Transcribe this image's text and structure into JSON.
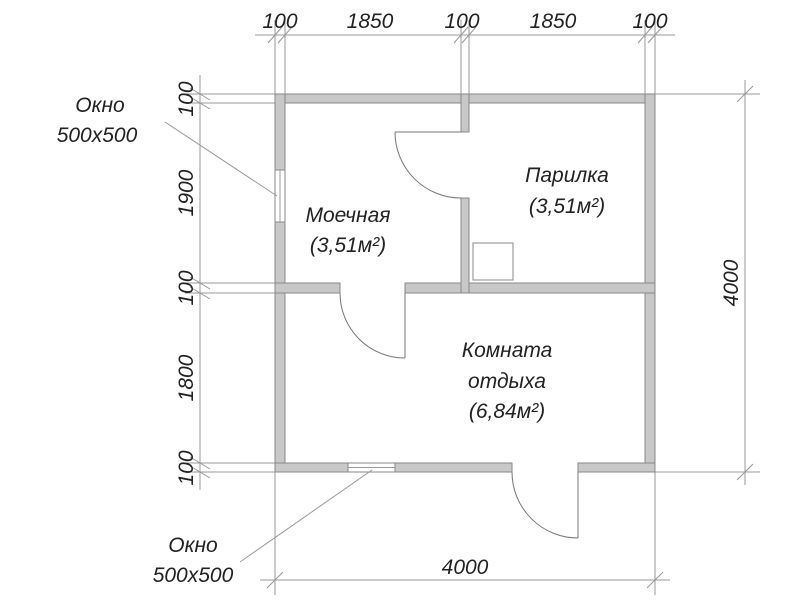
{
  "title_dims": {
    "top": [
      "100",
      "1850",
      "100",
      "1850",
      "100"
    ],
    "left": [
      "100",
      "1900",
      "100",
      "1800",
      "100"
    ],
    "right": "4000",
    "bottom": "4000"
  },
  "rooms": [
    {
      "name": "Моечная",
      "area": "(3,51м²)"
    },
    {
      "name": "Парилка",
      "area": "(3,51м²)"
    },
    {
      "name_line1": "Комната",
      "name_line2": "отдыха",
      "area": "(6,84м²)"
    }
  ],
  "windows": [
    {
      "label": "Окно",
      "size": "500x500"
    },
    {
      "label": "Окно",
      "size": "500x500"
    }
  ],
  "colors": {
    "wall": "#c8c8c8",
    "line": "#999999",
    "text": "#222222"
  }
}
